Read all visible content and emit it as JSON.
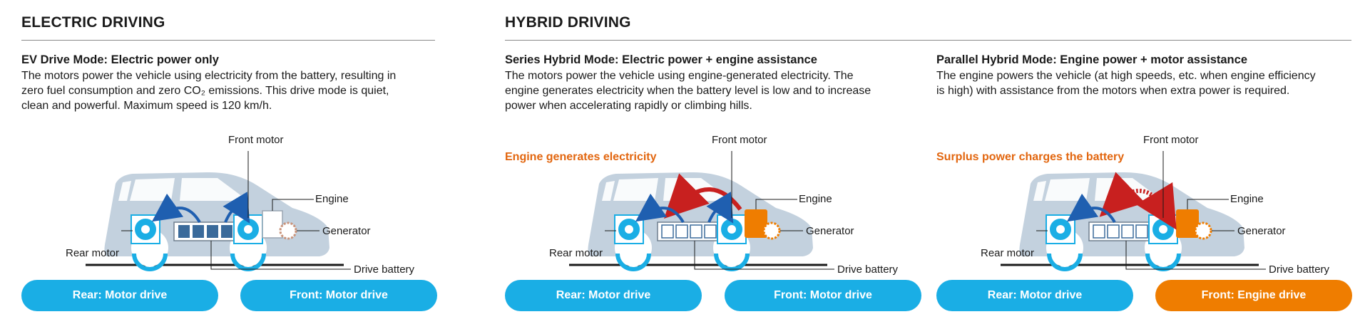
{
  "sections": {
    "electric": {
      "heading": "ELECTRIC DRIVING"
    },
    "hybrid": {
      "heading": "HYBRID DRIVING"
    }
  },
  "modes": [
    {
      "title": "EV Drive Mode: Electric power only",
      "description_lines": [
        "The motors power the vehicle using electricity from the battery, resulting in",
        "zero fuel consumption and zero CO₂ emissions. This drive mode is quiet,",
        "clean and powerful. Maximum speed is 120 km/h."
      ],
      "subtitle": "",
      "labels": {
        "front_motor": "Front motor",
        "engine": "Engine",
        "generator": "Generator",
        "rear_motor": "Rear motor",
        "drive_battery": "Drive battery"
      },
      "rear_button": {
        "label": "Rear: Motor drive",
        "color": "#1aaee5"
      },
      "front_button": {
        "label": "Front: Motor drive",
        "color": "#1aaee5"
      }
    },
    {
      "title": "Series Hybrid Mode: Electric power + engine assistance",
      "description_lines": [
        "The motors power the vehicle using engine-generated electricity. The",
        "engine generates electricity when the battery level is low and to increase",
        "power when accelerating rapidly or climbing hills."
      ],
      "subtitle": "Engine generates electricity",
      "labels": {
        "front_motor": "Front motor",
        "engine": "Engine",
        "generator": "Generator",
        "rear_motor": "Rear motor",
        "drive_battery": "Drive battery"
      },
      "rear_button": {
        "label": "Rear: Motor drive",
        "color": "#1aaee5"
      },
      "front_button": {
        "label": "Front: Motor drive",
        "color": "#1aaee5"
      }
    },
    {
      "title": "Parallel Hybrid Mode: Engine power + motor assistance",
      "description_lines": [
        "The engine powers the vehicle (at high speeds, etc. when engine efficiency",
        "is high) with assistance from the motors when extra power is required."
      ],
      "subtitle": "Surplus power charges the battery",
      "labels": {
        "front_motor": "Front motor",
        "engine": "Engine",
        "generator": "Generator",
        "rear_motor": "Rear motor",
        "drive_battery": "Drive battery"
      },
      "rear_button": {
        "label": "Rear: Motor drive",
        "color": "#1aaee5"
      },
      "front_button": {
        "label": "Front: Engine drive",
        "color": "#ef7d00"
      }
    }
  ],
  "colors": {
    "motor_blue": "#1aaee5",
    "engine_orange": "#ef7d00",
    "arrow_blue": "#1f5fb0",
    "arrow_red": "#c8201f",
    "car_body": "#c3d1de",
    "subtitle_orange": "#e2660f"
  }
}
